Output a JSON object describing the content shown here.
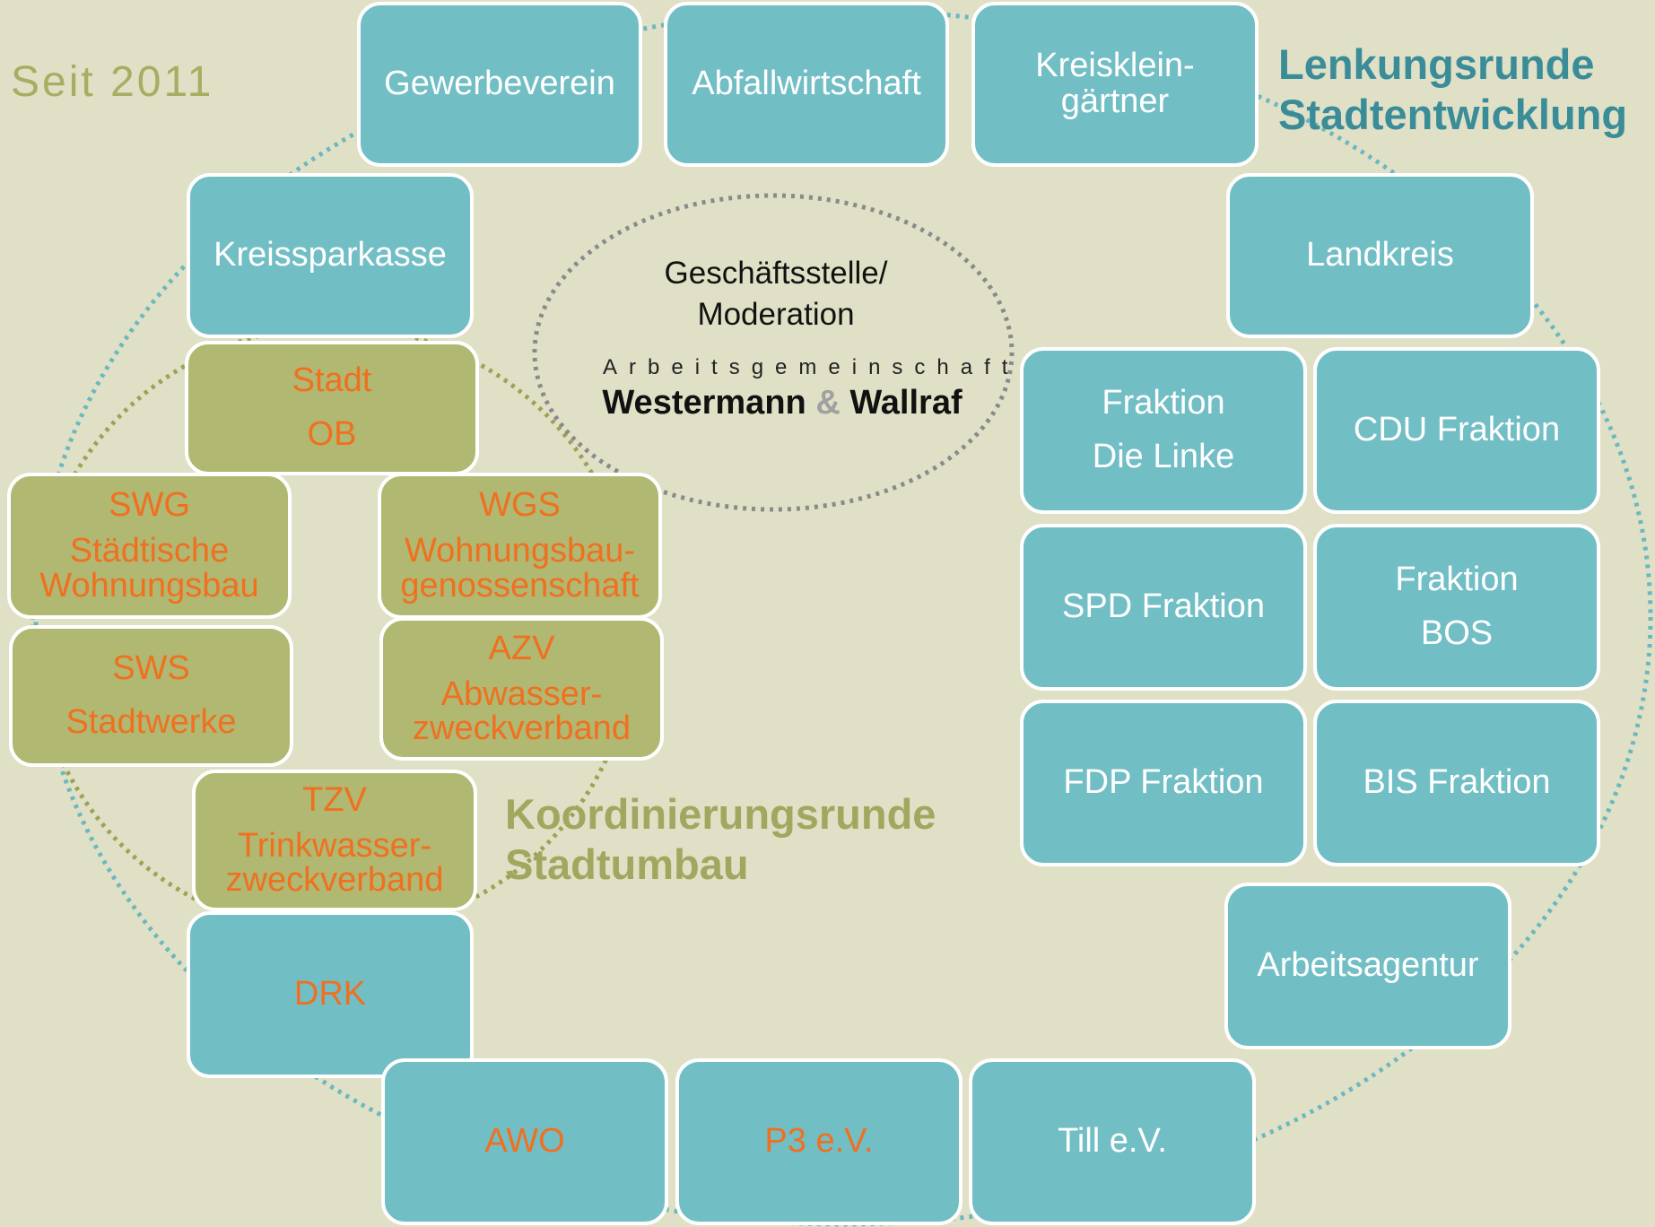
{
  "since": "Seit 2011",
  "titles": {
    "lenkung_line1": "Lenkungsrunde",
    "lenkung_line2": "Stadtentwicklung",
    "koord_line1": "Koordinierungsrunde",
    "koord_line2": "Stadtumbau"
  },
  "center": {
    "line1": "Geschäftsstelle/",
    "line2": "Moderation",
    "logo_top": "Arbeitsgemeinschaft",
    "logo_name1": "Westermann",
    "logo_amp": "&",
    "logo_name2": "Wallraf"
  },
  "boxes": {
    "gewerbeverein": "Gewerbeverein",
    "abfallwirtschaft": "Abfallwirtschaft",
    "kreiskleingaertner_l1": "Kreisklein-",
    "kreiskleingaertner_l2": "gärtner",
    "kreissparkasse": "Kreissparkasse",
    "landkreis": "Landkreis",
    "fraktion_linke_l1": "Fraktion",
    "fraktion_linke_l2": "Die Linke",
    "cdu": "CDU Fraktion",
    "spd": "SPD Fraktion",
    "fraktion_bos_l1": "Fraktion",
    "fraktion_bos_l2": "BOS",
    "fdp": "FDP Fraktion",
    "bis": "BIS Fraktion",
    "arbeitsagentur": "Arbeitsagentur",
    "drk": "DRK",
    "awo": "AWO",
    "p3": "P3 e.V.",
    "till": "Till e.V.",
    "stadt_l1": "Stadt",
    "stadt_l2": "OB",
    "swg_l1": "SWG",
    "swg_l2": "Städtische",
    "swg_l3": "Wohnungsbau",
    "wgs_l1": "WGS",
    "wgs_l2": "Wohnungsbau-",
    "wgs_l3": "genossenschaft",
    "sws_l1": "SWS",
    "sws_l2": "Stadtwerke",
    "azv_l1": "AZV",
    "azv_l2": "Abwasser-",
    "azv_l3": "zweckverband",
    "tzv_l1": "TZV",
    "tzv_l2": "Trinkwasser-",
    "tzv_l3": "zweckverband"
  },
  "colors": {
    "background": "#e0e0c6",
    "teal": "#72bec5",
    "olive": "#b0b872",
    "orange_text": "#f07020",
    "title_teal": "#3a8c98",
    "title_olive": "#a0a860"
  }
}
